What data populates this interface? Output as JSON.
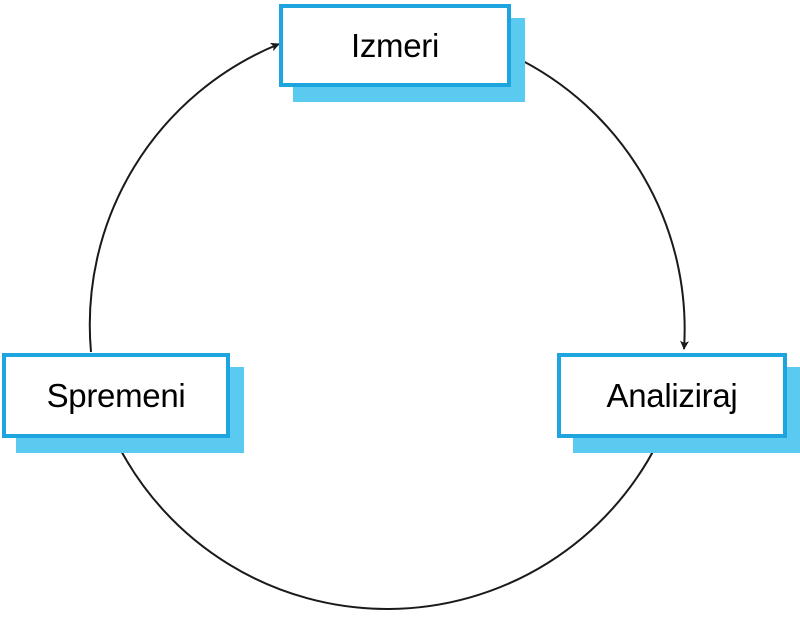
{
  "diagram": {
    "type": "cycle",
    "nodes": {
      "measure": "Izmeri",
      "analyze": "Analiziraj",
      "change": "Spremeni"
    },
    "edges": [
      {
        "from": "measure",
        "to": "analyze"
      },
      {
        "from": "analyze",
        "to": "change"
      },
      {
        "from": "change",
        "to": "measure"
      }
    ],
    "colors": {
      "box_border": "#1ea4df",
      "box_shadow": "#5bcaf1",
      "arrow": "#1a1a1a"
    }
  }
}
